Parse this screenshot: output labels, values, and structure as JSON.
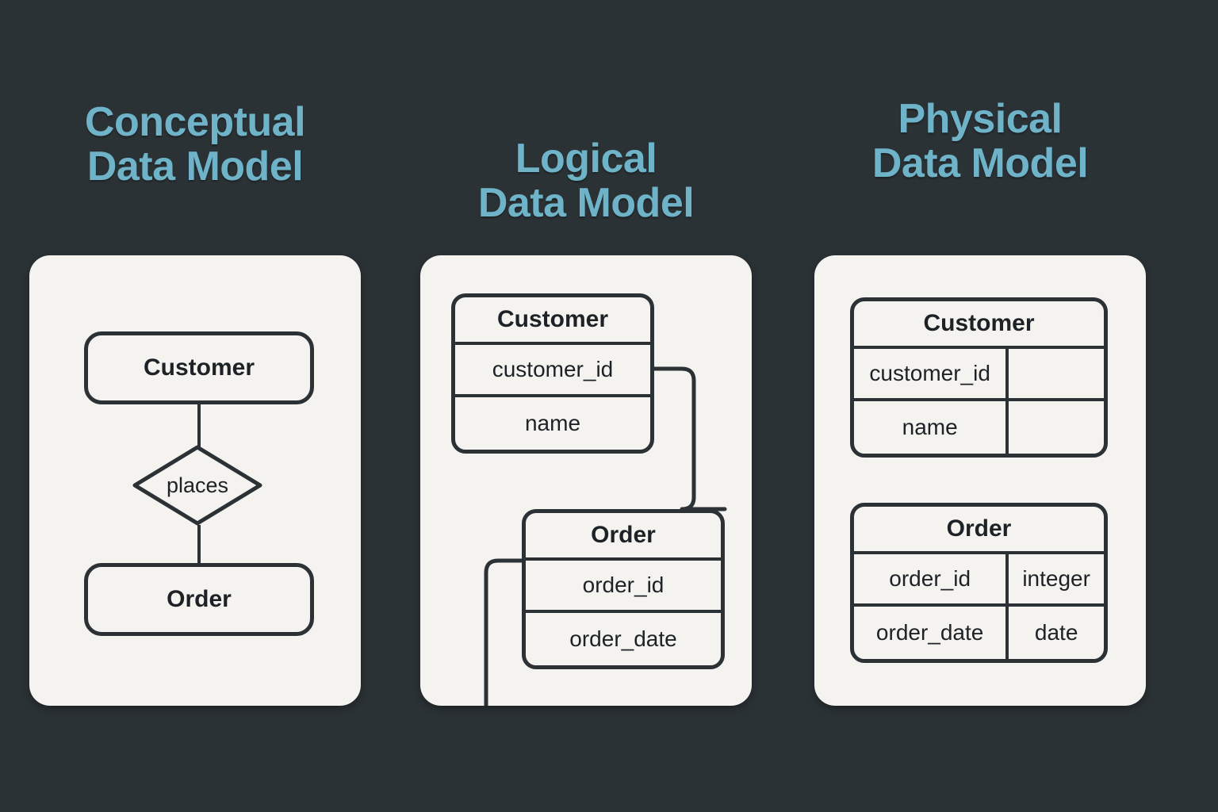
{
  "background_color": "#2b3236",
  "card_color": "#f4f3ef",
  "accent_color": "#6fb3c8",
  "stroke_color": "#2b3135",
  "columns": [
    {
      "id": "conceptual",
      "title": "Conceptual\nData Model",
      "entities": [
        {
          "name": "Customer"
        },
        {
          "name": "Order"
        }
      ],
      "relationship": {
        "label": "places",
        "shape": "diamond"
      }
    },
    {
      "id": "logical",
      "title": "Logical\nData Model",
      "tables": [
        {
          "name": "Customer",
          "attributes": [
            {
              "name": "customer_id"
            },
            {
              "name": "name"
            }
          ]
        },
        {
          "name": "Order",
          "attributes": [
            {
              "name": "order_id"
            },
            {
              "name": "order_date"
            }
          ]
        }
      ]
    },
    {
      "id": "physical",
      "title": "Physical\nData Model",
      "tables": [
        {
          "name": "Customer",
          "columns": [
            {
              "name": "customer_id",
              "type": ""
            },
            {
              "name": "name",
              "type": ""
            }
          ]
        },
        {
          "name": "Order",
          "columns": [
            {
              "name": "order_id",
              "type": "integer"
            },
            {
              "name": "order_date",
              "type": "date"
            }
          ]
        }
      ]
    }
  ]
}
